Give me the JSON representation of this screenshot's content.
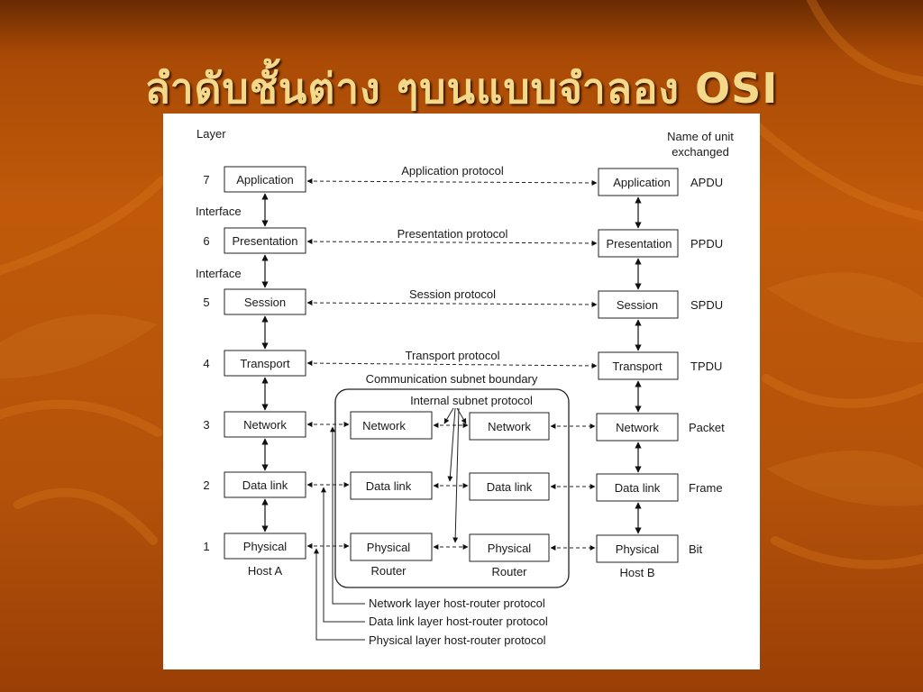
{
  "slide": {
    "title": "ลำดับชั้นต่าง ๆบนแบบจำลอง OSI"
  },
  "diagram": {
    "layer_header": "Layer",
    "unit_header": [
      "Name of unit",
      "exchanged"
    ],
    "interface_label": "Interface",
    "layers": [
      {
        "num": "7",
        "name": "Application",
        "protocol": "Application protocol",
        "unit": "APDU"
      },
      {
        "num": "6",
        "name": "Presentation",
        "protocol": "Presentation protocol",
        "unit": "PPDU"
      },
      {
        "num": "5",
        "name": "Session",
        "protocol": "Session protocol",
        "unit": "SPDU"
      },
      {
        "num": "4",
        "name": "Transport",
        "protocol": "Transport protocol",
        "unit": "TPDU"
      },
      {
        "num": "3",
        "name": "Network",
        "unit": "Packet"
      },
      {
        "num": "2",
        "name": "Data link",
        "unit": "Frame"
      },
      {
        "num": "1",
        "name": "Physical",
        "unit": "Bit"
      }
    ],
    "subnet_boundary": "Communication subnet boundary",
    "internal_protocol": "Internal subnet protocol",
    "router_label": "Router",
    "host_a": "Host A",
    "host_b": "Host B",
    "legend": [
      "Network layer host-router protocol",
      "Data link layer host-router protocol",
      "Physical layer host-router protocol"
    ]
  }
}
